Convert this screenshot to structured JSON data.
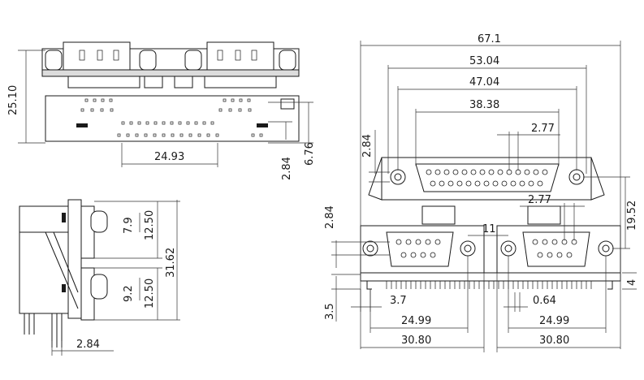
{
  "colors": {
    "line": "#1a1a1a",
    "background": "#ffffff"
  },
  "front_view_dims": {
    "height": "25.10",
    "pin_offset": "24.93",
    "pitch_vertical": "2.84",
    "tail_height": "6.76"
  },
  "side_view_dims": {
    "upper_face": "7.9",
    "upper_pitch": "12.50",
    "lower_face": "9.2",
    "lower_pitch": "12.50",
    "total_height": "31.62",
    "tail_spacing": "2.84"
  },
  "top_view_dims": {
    "overall_width": "67.1",
    "mount_holes_upper": "53.04",
    "flange_upper": "47.04",
    "pin_row_upper": "38.38",
    "pin_pitch_upper": "2.77",
    "upper_offset": "2.84",
    "upper_height": "19.52",
    "pin_pitch_lower": "2.77",
    "gap_lower": "11",
    "lower_offset": "2.84",
    "row_gap": "4",
    "pin_dia": "0.64",
    "edge_left": "3.7",
    "edge_vertical": "3.5",
    "holes_lower_left": "24.99",
    "holes_lower_right": "24.99",
    "flange_lower_left": "30.80",
    "flange_lower_right": "30.80"
  }
}
